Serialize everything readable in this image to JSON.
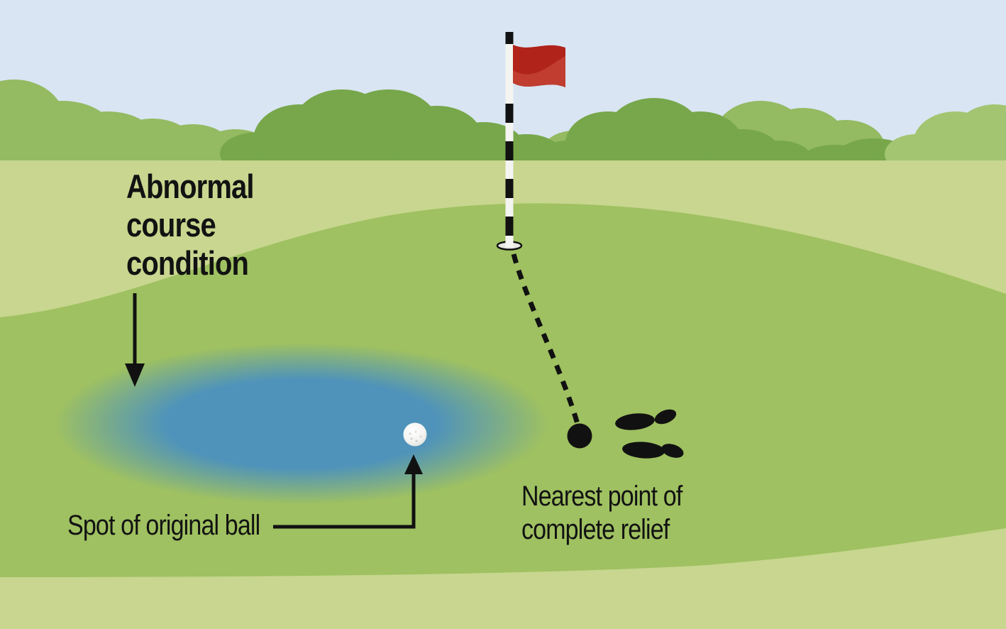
{
  "scene": {
    "type": "golf-rules-relief-illustration",
    "labels": {
      "condition_line1": "Abnormal",
      "condition_line2": "course",
      "condition_line3": "condition",
      "ball_spot": "Spot of original ball",
      "relief_line1": "Nearest point of",
      "relief_line2": "complete relief"
    },
    "elements": {
      "flag": "red-flag",
      "flagstick": "striped-flagstick",
      "hole": "golf-hole",
      "condition_area": "abnormal-course-condition-water-patch",
      "ball": "golf-ball-original-spot",
      "relief_marker": "nearest-point-of-complete-relief-dot",
      "relief_path": "dashed-line-hole-to-relief-point",
      "footprints": "player-footprints",
      "down_arrow": "condition-pointer-arrow",
      "ball_arrow": "ball-pointer-arrow"
    },
    "colors": {
      "sky": "#d9e5f2",
      "grass_light": "#c8d68f",
      "mound": "#9fc161",
      "bush_light": "#94ba62",
      "bush_dark": "#77a74a",
      "bush_pale": "#a3c571",
      "pool": "#4f93ba",
      "flag_dark": "#b0231b",
      "flag_light": "#c03d2f",
      "pole_white": "#f4f4f1",
      "hole_fill": "#e8e8e3",
      "ink": "#111111",
      "ball_white": "#ffffff"
    }
  }
}
